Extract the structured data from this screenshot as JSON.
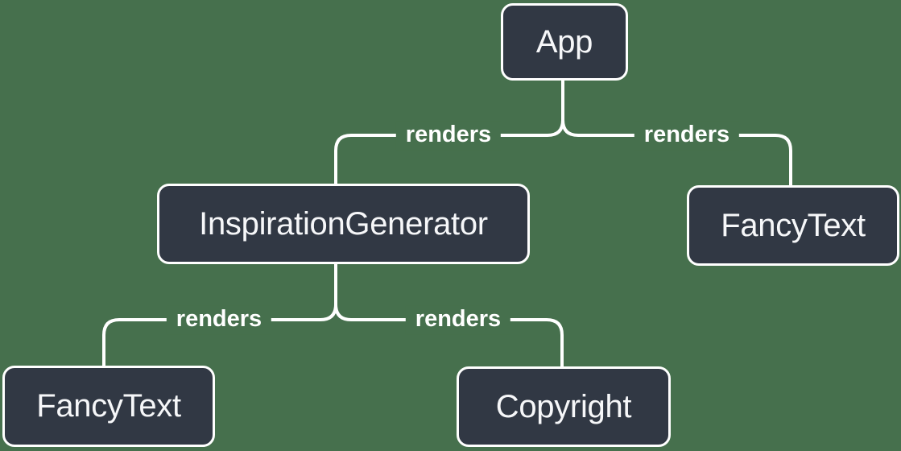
{
  "diagram": {
    "type": "render-tree",
    "background_color": "#46704D",
    "node_fill_color": "#313844",
    "node_border_color": "#FFFFFF",
    "edge_color": "#FFFFFF",
    "text_color": "#F6F7F9",
    "nodes": [
      {
        "id": "app",
        "label": "App"
      },
      {
        "id": "inspiration-generator",
        "label": "InspirationGenerator"
      },
      {
        "id": "fancy-text-top",
        "label": "FancyText"
      },
      {
        "id": "fancy-text-bottom",
        "label": "FancyText"
      },
      {
        "id": "copyright",
        "label": "Copyright"
      }
    ],
    "edges": [
      {
        "from": "App",
        "to": "InspirationGenerator",
        "label": "renders"
      },
      {
        "from": "App",
        "to": "FancyText",
        "label": "renders"
      },
      {
        "from": "InspirationGenerator",
        "to": "FancyText",
        "label": "renders"
      },
      {
        "from": "InspirationGenerator",
        "to": "Copyright",
        "label": "renders"
      }
    ]
  }
}
